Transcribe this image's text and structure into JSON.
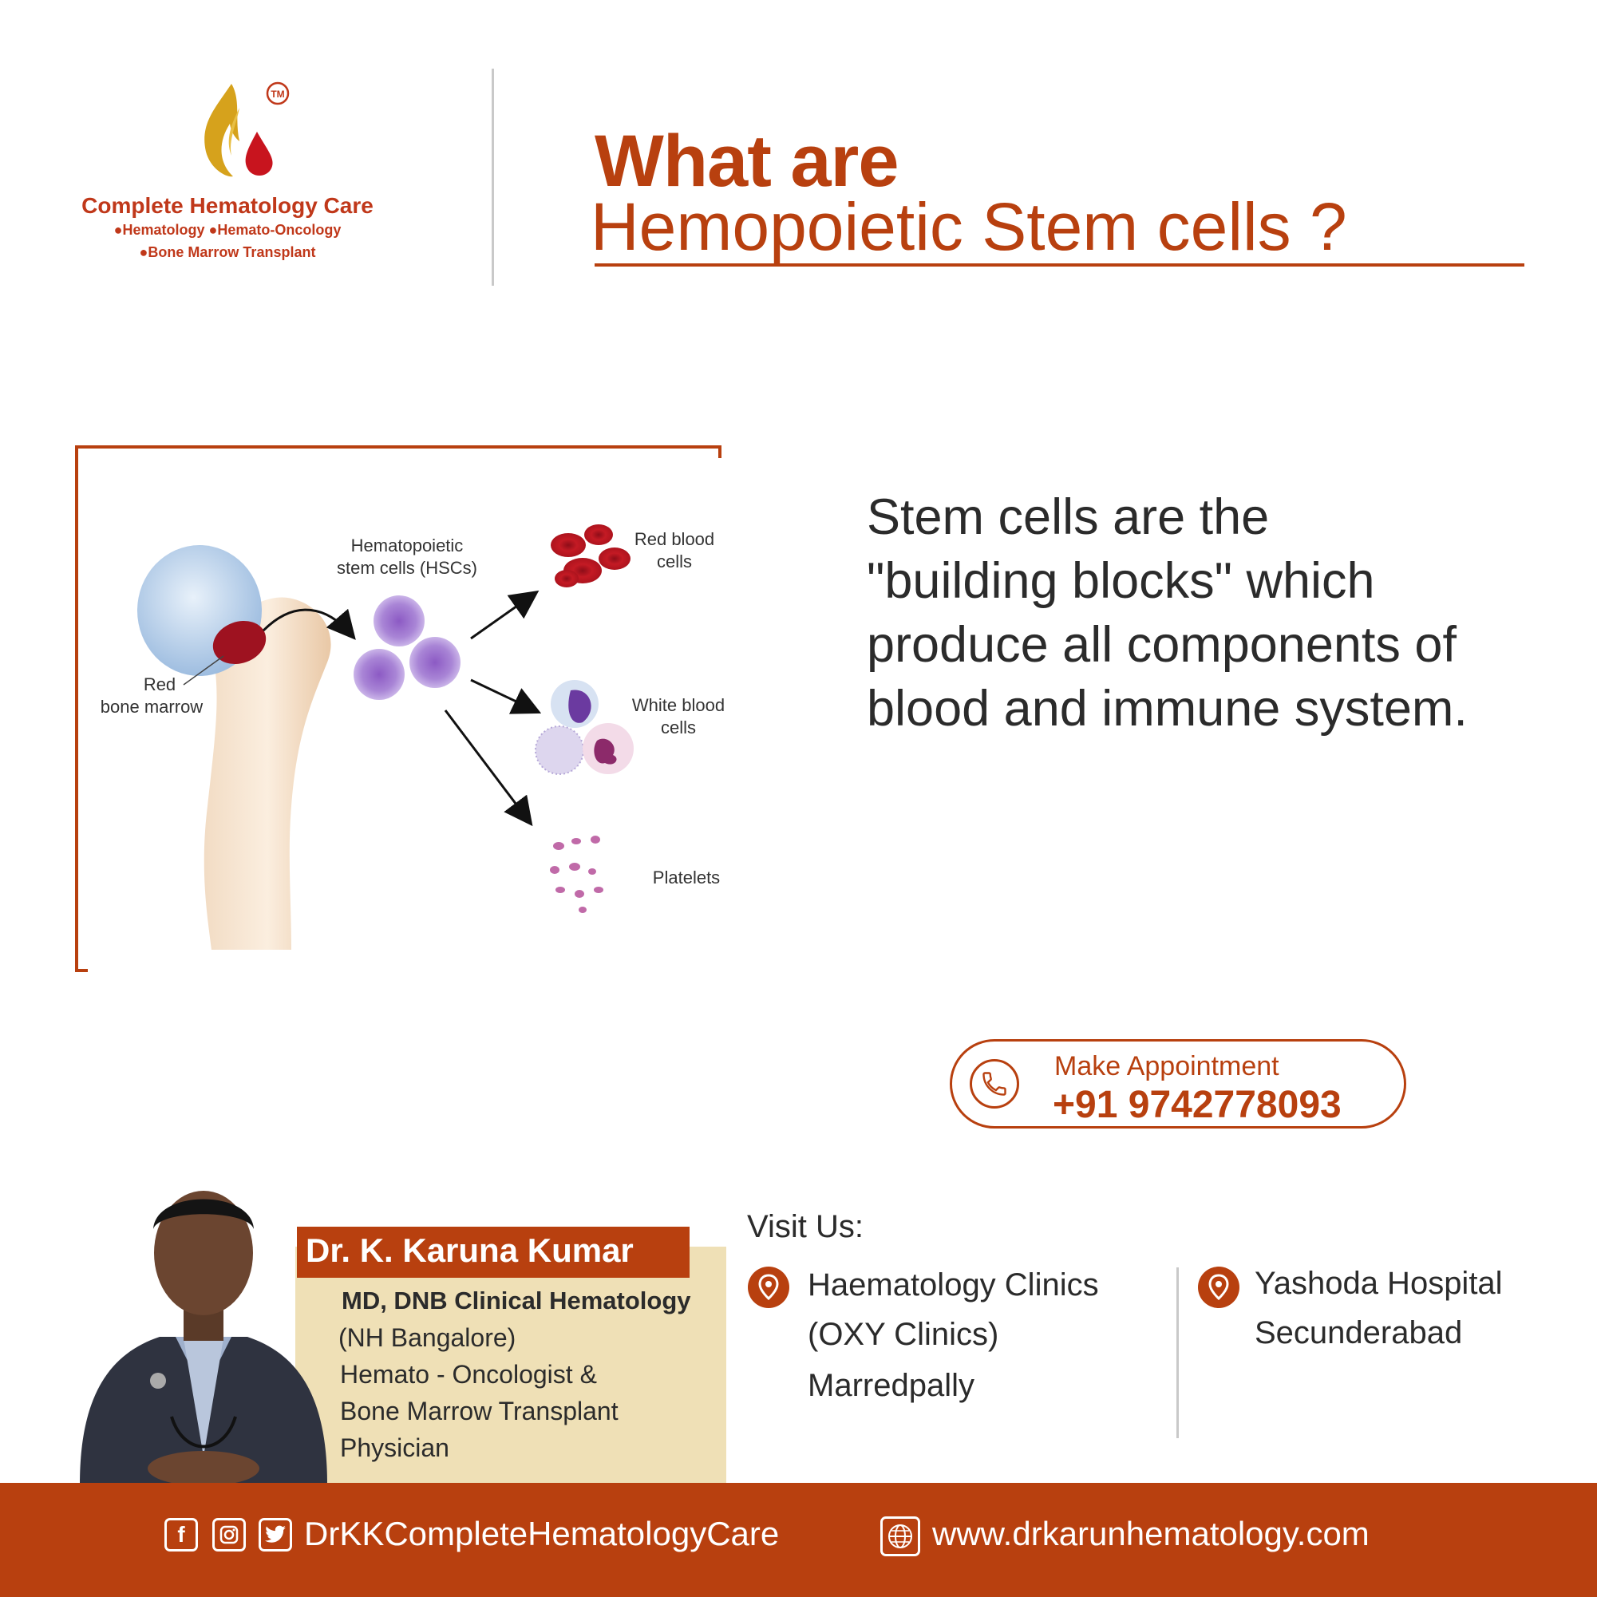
{
  "brand": {
    "name": "Complete Hematology Care",
    "line1": "●Hematology ●Hemato-Oncology",
    "line2": "●Bone Marrow Transplant",
    "tm": "TM"
  },
  "title": {
    "bold": "What are",
    "light": "Hemopoietic Stem cells ?"
  },
  "diagram": {
    "hsc_label_1": "Hematopoietic",
    "hsc_label_2": "stem cells (HSCs)",
    "rbc_label_1": "Red blood",
    "rbc_label_2": "cells",
    "wbc_label_1": "White blood",
    "wbc_label_2": "cells",
    "platelets_label": "Platelets",
    "marrow_label_1": "Red",
    "marrow_label_2": "bone marrow"
  },
  "description": "Stem cells are the \"building blocks\" which produce all components of blood and immune system.",
  "appointment": {
    "label": "Make Appointment",
    "phone": "+91 9742778093"
  },
  "doctor": {
    "name": "Dr. K. Karuna Kumar",
    "qualification": "MD, DNB Clinical Hematology",
    "line1": "(NH Bangalore)",
    "line2": "Hemato - Oncologist &",
    "line3": "Bone Marrow Transplant",
    "line4": "Physician"
  },
  "visit": {
    "title": "Visit Us:",
    "location1": [
      "Haematology Clinics",
      "(OXY Clinics)",
      "Marredpally"
    ],
    "location2": [
      "Yashoda Hospital",
      "Secunderabad"
    ]
  },
  "footer": {
    "social_handle": "DrKKCompleteHematologyCare",
    "website": "www.drkarunhematology.com"
  },
  "colors": {
    "brand": "#b8400f",
    "panel": "#efe0b6"
  }
}
